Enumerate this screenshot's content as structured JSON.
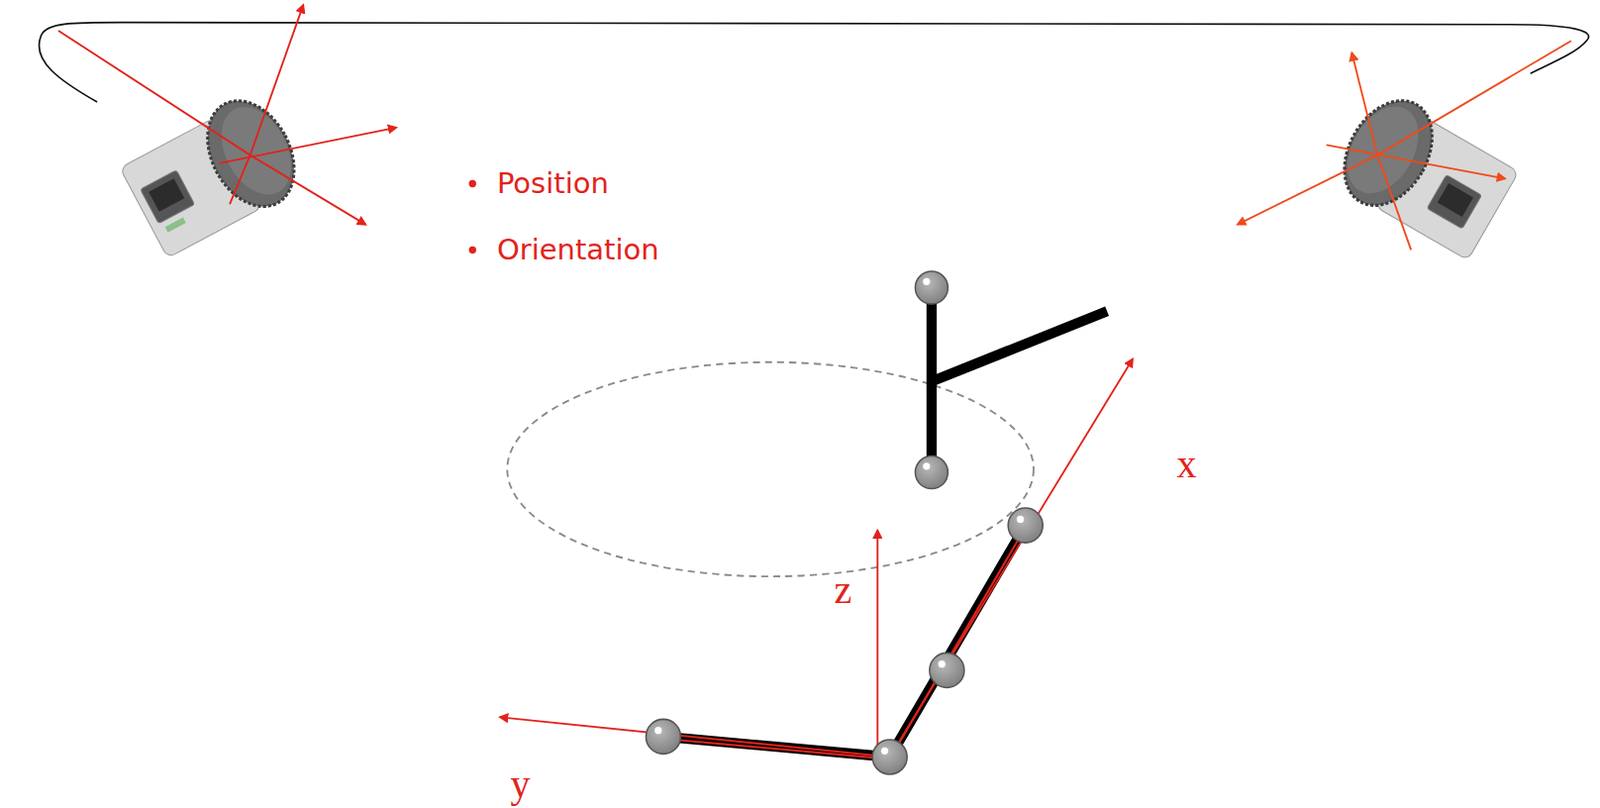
{
  "diagram": {
    "labels": [
      "Position",
      "Orientation",
      "x",
      "z",
      "y"
    ]
  }
}
